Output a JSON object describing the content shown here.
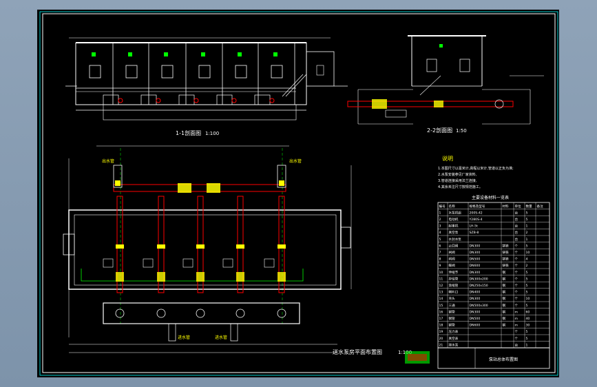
{
  "title_block": {
    "sheet_title": "泵站总体布置图"
  },
  "views": {
    "section_1_1": {
      "label": "1-1剖面图",
      "scale": "1:100"
    },
    "section_2_2": {
      "label": "2-2剖面图",
      "scale": "1:50"
    },
    "plan": {
      "label": "送水泵房平面布置图",
      "scale": "1:100"
    }
  },
  "notes": {
    "heading": "说明",
    "lines": [
      "1.本图尺寸以毫米计,高程以米计,管道以正负为准;",
      "2.水泵安装参见厂家资料,",
      "3.管道连接采用法兰连接,",
      "4.其余未注尺寸按规范施工。"
    ]
  },
  "equipment_table": {
    "title": "主要设备材料一览表",
    "columns": [
      "编号",
      "名称",
      "规格及型号",
      "材料",
      "单位",
      "数量",
      "备注"
    ],
    "rows": [
      [
        "1",
        "水泵机组",
        "200S-42",
        "",
        "台",
        "5",
        ""
      ],
      [
        "2",
        "电动机",
        "Y280S-4",
        "",
        "台",
        "5",
        ""
      ],
      [
        "3",
        "起重机",
        "LH-5t",
        "",
        "台",
        "1",
        ""
      ],
      [
        "4",
        "真空泵",
        "SZB-8",
        "",
        "台",
        "2",
        ""
      ],
      [
        "5",
        "水封水泵",
        "",
        "",
        "台",
        "1",
        ""
      ],
      [
        "6",
        "止回阀",
        "DN300",
        "铸铁",
        "个",
        "5",
        ""
      ],
      [
        "7",
        "闸阀",
        "DN300",
        "铸铁",
        "个",
        "10",
        ""
      ],
      [
        "8",
        "闸阀",
        "DN500",
        "铸铁",
        "个",
        "4",
        ""
      ],
      [
        "9",
        "蝶阀",
        "DN600",
        "铸铁",
        "个",
        "2",
        ""
      ],
      [
        "10",
        "伸缩节",
        "DN300",
        "钢",
        "个",
        "5",
        ""
      ],
      [
        "11",
        "异径管",
        "DN300x200",
        "钢",
        "个",
        "5",
        ""
      ],
      [
        "12",
        "渐缩管",
        "DN250x150",
        "钢",
        "个",
        "5",
        ""
      ],
      [
        "13",
        "喇叭口",
        "DN400",
        "钢",
        "个",
        "5",
        ""
      ],
      [
        "14",
        "弯头",
        "DN300",
        "钢",
        "个",
        "10",
        ""
      ],
      [
        "15",
        "三通",
        "DN500x300",
        "钢",
        "个",
        "5",
        ""
      ],
      [
        "16",
        "钢管",
        "DN300",
        "钢",
        "m",
        "60",
        ""
      ],
      [
        "17",
        "钢管",
        "DN500",
        "钢",
        "m",
        "40",
        ""
      ],
      [
        "18",
        "钢管",
        "DN600",
        "钢",
        "m",
        "30",
        ""
      ],
      [
        "19",
        "压力表",
        "",
        "",
        "个",
        "5",
        ""
      ],
      [
        "20",
        "真空表",
        "",
        "",
        "个",
        "5",
        ""
      ],
      [
        "21",
        "排水泵",
        "",
        "",
        "台",
        "1",
        ""
      ]
    ]
  },
  "annotations": {
    "inlet_label": "进水管",
    "outlet_label": "出水管"
  },
  "colors": {
    "background": "#000000",
    "line": "#ffffff",
    "pipe_fill": "#ff0000",
    "accent": "#ffff00",
    "frame": "#00ffff",
    "section_line": "#00ff00"
  }
}
